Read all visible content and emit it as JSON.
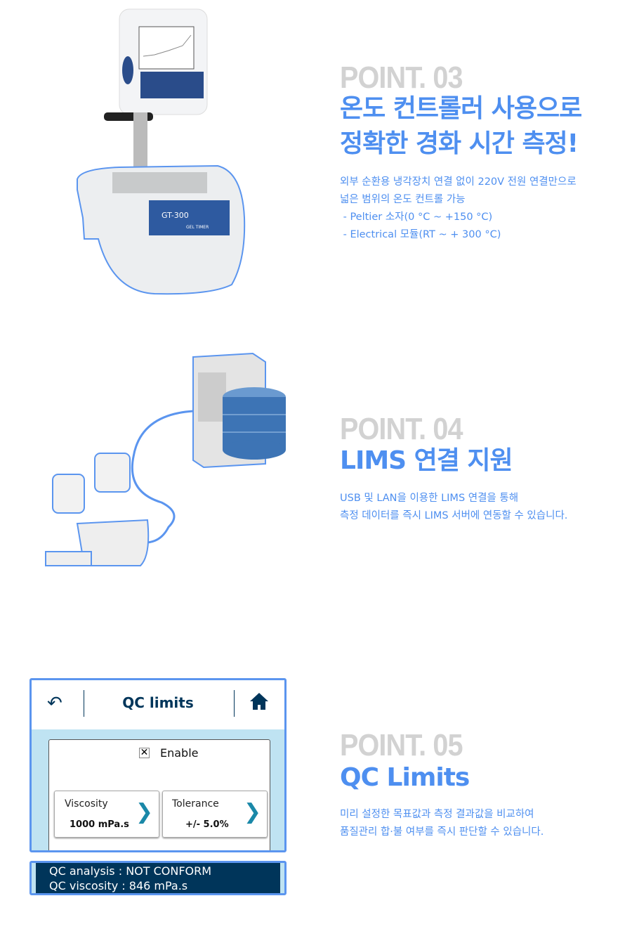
{
  "point3": {
    "label": "POINT. 03",
    "title": [
      "온도 컨트롤러 사용으로",
      "정확한 경화 시간 측정!"
    ],
    "body": [
      "외부 순환용 냉각장치 연결 없이 220V 전원 연결만으로",
      "넓은 범위의 온도 컨트롤 가능",
      " - Peltier 소자(0 °C ~ +150 °C)",
      " - Electrical 모듈(RT ~ + 300 °C)"
    ],
    "device_screen": "GT-300",
    "device_brand": "GEL TIMER"
  },
  "point4": {
    "label": "POINT. 04",
    "title": [
      "LIMS 연결 지원"
    ],
    "body": [
      "USB 및 LAN을 이용한 LIMS 연결을 통해",
      "측정 데이터를 즉시 LIMS 서버에 연동할 수 있습니다."
    ]
  },
  "point5": {
    "label": "POINT. 05",
    "title": [
      "QC Limits"
    ],
    "body": [
      "미리 설정한 목표값과 측정 결과값을 비교하여",
      "품질관리 합·불 여부를 즉시 판단할 수 있습니다."
    ]
  },
  "qc_panel": {
    "title": "QC limits",
    "enable_label": "Enable",
    "enable_checked": true,
    "viscosity_label": "Viscosity",
    "viscosity_value": "1000 mPa.s",
    "tolerance_label": "Tolerance",
    "tolerance_value": "+/- 5.0%",
    "status_line1": "QC analysis : NOT CONFORM",
    "status_line2": "QC viscosity : 846 mPa.s"
  },
  "colors": {
    "accent": "#4e8ff0",
    "panel_dark": "#00355a",
    "panel_light": "#bfe3f2"
  }
}
